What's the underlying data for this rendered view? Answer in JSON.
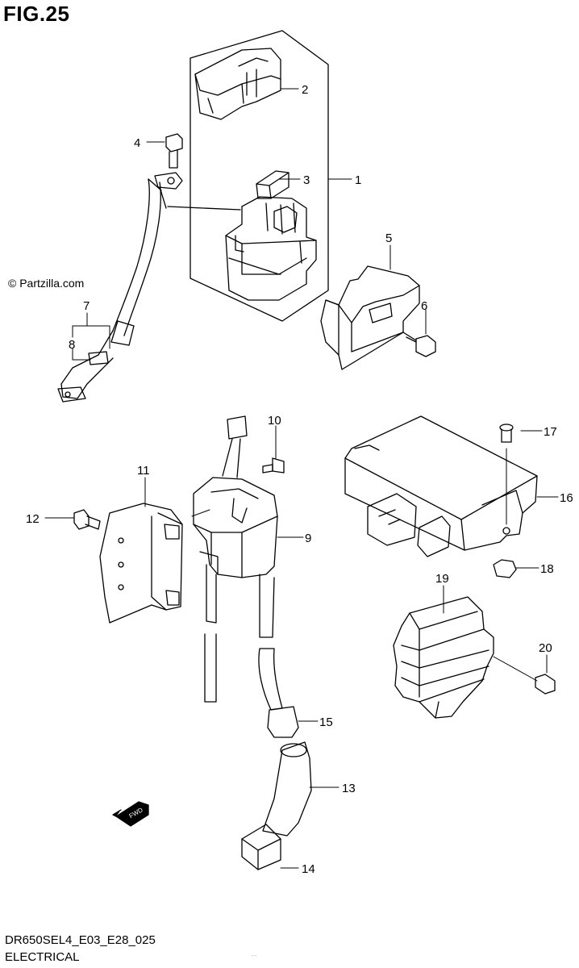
{
  "header": {
    "figure": "FIG.25"
  },
  "watermark": "© Partzilla.com",
  "footer": {
    "model_code": "DR650SEL4_E03_E28_025",
    "section": "ELECTRICAL",
    "fineprint": "..."
  },
  "forward_arrow": {
    "label": "FWD"
  },
  "callouts": [
    {
      "num": "1"
    },
    {
      "num": "2"
    },
    {
      "num": "3"
    },
    {
      "num": "4"
    },
    {
      "num": "5"
    },
    {
      "num": "6"
    },
    {
      "num": "7"
    },
    {
      "num": "8"
    },
    {
      "num": "9"
    },
    {
      "num": "10"
    },
    {
      "num": "11"
    },
    {
      "num": "12"
    },
    {
      "num": "13"
    },
    {
      "num": "14"
    },
    {
      "num": "15"
    },
    {
      "num": "16"
    },
    {
      "num": "17"
    },
    {
      "num": "18"
    },
    {
      "num": "19"
    },
    {
      "num": "20"
    }
  ]
}
